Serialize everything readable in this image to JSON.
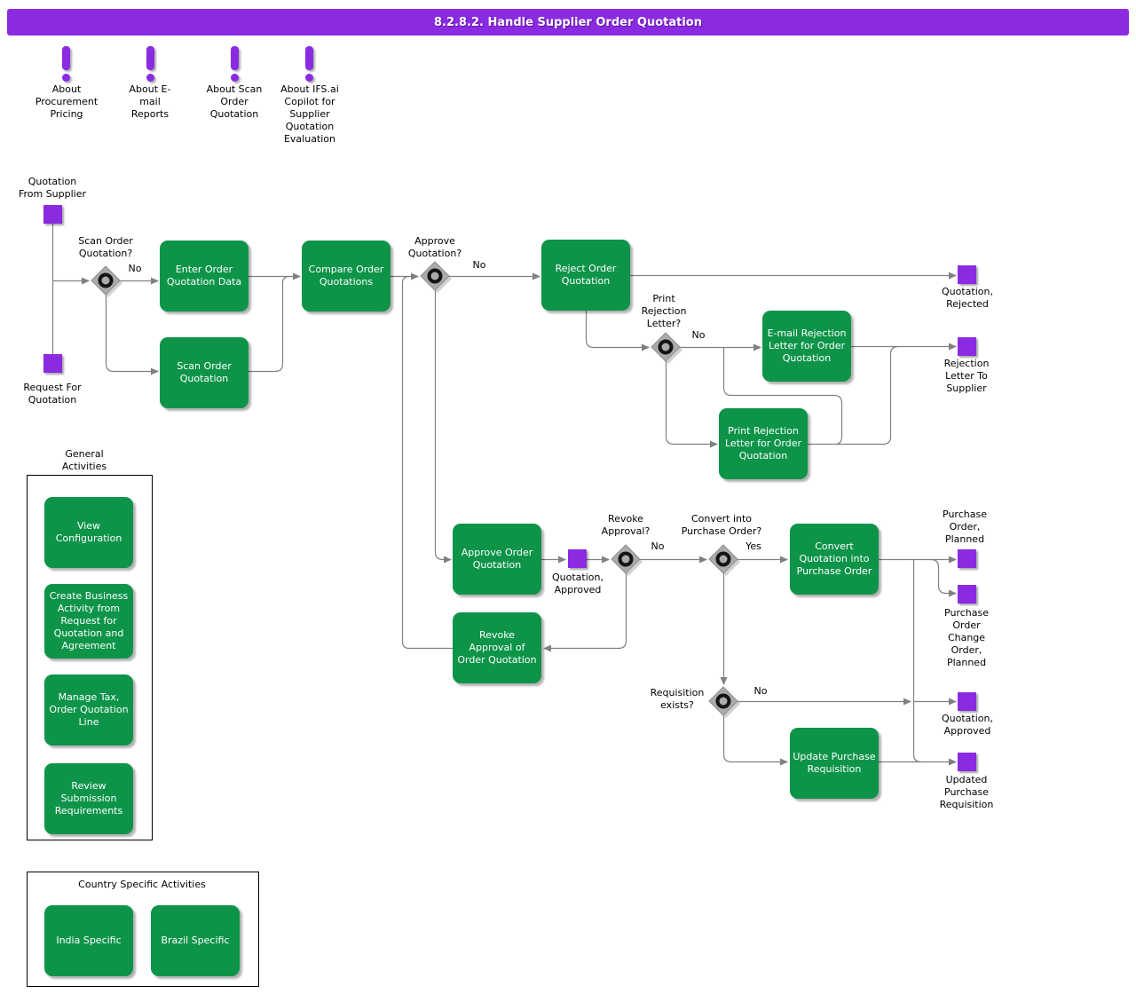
{
  "title": "8.2.8.2. Handle Supplier Order Quotation",
  "colors": {
    "banner": "#8A2BE2",
    "task_green": "#0E9449",
    "event_purple": "#8A2BE2",
    "connector_gray": "#808080"
  },
  "info_notes": [
    {
      "label": "About\nProcurement\nPricing"
    },
    {
      "label": "About E-\nmail\nReports"
    },
    {
      "label": "About Scan\nOrder\nQuotation"
    },
    {
      "label": "About IFS.ai\nCopilot for\nSupplier\nQuotation\nEvaluation"
    }
  ],
  "events": {
    "quotation_from_supplier": {
      "label": "Quotation\nFrom Supplier"
    },
    "request_for_quotation": {
      "label": "Request For\nQuotation"
    },
    "quotation_rejected": {
      "label": "Quotation,\nRejected"
    },
    "rejection_letter_to_supplier": {
      "label": "Rejection\nLetter To\nSupplier"
    },
    "quotation_approved_after_approval": {
      "label": "Quotation,\nApproved"
    },
    "purchase_order_planned": {
      "label": "Purchase\nOrder,\nPlanned"
    },
    "purchase_order_change_order_planned": {
      "label": "Purchase\nOrder\nChange\nOrder,\nPlanned"
    },
    "quotation_approved_final": {
      "label": "Quotation,\nApproved"
    },
    "updated_purchase_requisition": {
      "label": "Updated\nPurchase\nRequisition"
    }
  },
  "tasks": {
    "enter": {
      "label": "Enter Order\nQuotation Data"
    },
    "scan": {
      "label": "Scan Order\nQuotation"
    },
    "compare": {
      "label": "Compare Order\nQuotations"
    },
    "reject": {
      "label": "Reject Order\nQuotation"
    },
    "email_rejection": {
      "label": "E-mail Rejection\nLetter for Order\nQuotation"
    },
    "print_rejection": {
      "label": "Print Rejection\nLetter for Order\nQuotation"
    },
    "approve": {
      "label": "Approve Order\nQuotation"
    },
    "revoke": {
      "label": "Revoke\nApproval of\nOrder Quotation"
    },
    "convert": {
      "label": "Convert\nQuotation into\nPurchase Order"
    },
    "update_requisition": {
      "label": "Update Purchase\nRequisition"
    }
  },
  "gateways": {
    "scan": {
      "question": "Scan Order\nQuotation?",
      "branch_label": "No"
    },
    "approve": {
      "question": "Approve\nQuotation?",
      "branch_label": "No"
    },
    "print": {
      "question": "Print\nRejection\nLetter?",
      "branch_label": "No"
    },
    "revoke": {
      "question": "Revoke\nApproval?",
      "branch_label": "No"
    },
    "convert": {
      "question": "Convert into\nPurchase Order?",
      "branch_label": "Yes"
    },
    "requisition": {
      "question": "Requisition\nexists?",
      "branch_label": "No"
    }
  },
  "groups": {
    "general": {
      "title": "General\nActivities",
      "items": [
        {
          "label": "View\nConfiguration"
        },
        {
          "label": "Create Business\nActivity from\nRequest for\nQuotation and\nAgreement"
        },
        {
          "label": "Manage Tax,\nOrder Quotation\nLine"
        },
        {
          "label": "Review\nSubmission\nRequirements"
        }
      ]
    },
    "country": {
      "title": "Country Specific Activities",
      "items": [
        {
          "label": "India Specific"
        },
        {
          "label": "Brazil Specific"
        }
      ]
    }
  }
}
